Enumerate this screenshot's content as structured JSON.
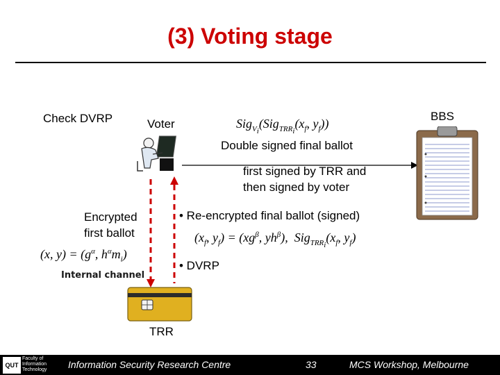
{
  "slide": {
    "title": "(3) Voting stage",
    "check_dvrp": "Check DVRP",
    "voter_label": "Voter",
    "bbs_label": "BBS",
    "trr_label": "TRR",
    "double_signed": "Double signed final ballot",
    "first_signed_line1": "first signed by TRR and",
    "first_signed_line2": "then signed by voter",
    "encrypted_line1": "Encrypted",
    "encrypted_line2": "first ballot",
    "reencrypted": "• Re-encrypted final ballot (signed)",
    "dvrp": "• DVRP",
    "internal_channel": "Internal channel"
  },
  "footer": {
    "logo_text": "QUT",
    "faculty_line1": "Faculty of",
    "faculty_line2": "Information",
    "faculty_line3": "Technology",
    "centre": "Information Security Research Centre",
    "page_number": "33",
    "workshop": "MCS Workshop, Melbourne"
  },
  "colors": {
    "title": "#cc0000",
    "dashed_arrow": "#cc0000",
    "card": "#e0b020",
    "clipboard": "#8b6a4a"
  }
}
